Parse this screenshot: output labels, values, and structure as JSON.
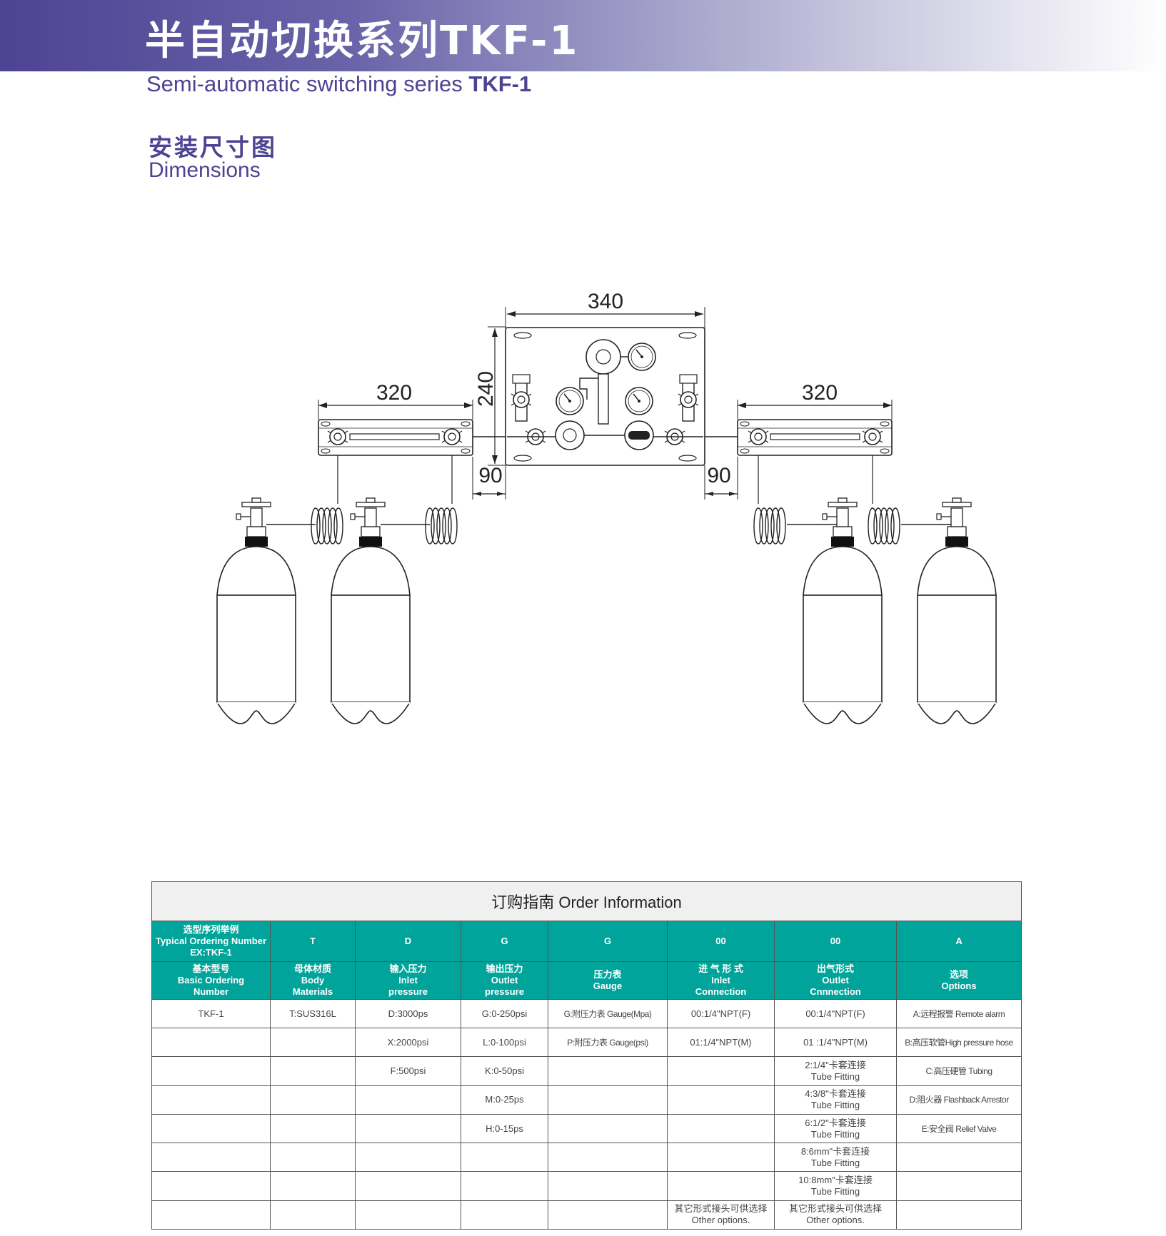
{
  "header": {
    "title_cn": "半自动切换系列TKF-1",
    "title_en_prefix": "Semi-automatic switching series ",
    "title_en_model": "TKF-1"
  },
  "section": {
    "title_cn": "安装尺寸图",
    "title_en": "Dimensions"
  },
  "diagram": {
    "dim_top_width": "340",
    "dim_panel_height": "240",
    "dim_left_width": "320",
    "dim_right_width": "320",
    "dim_left_gap": "90",
    "dim_right_gap": "90"
  },
  "order": {
    "title": "订购指南 Order Information",
    "row1": {
      "label_cn": "选型序列举例",
      "label_en": "Typical Ordering Number",
      "label_ex": "EX:TKF-1",
      "codes": [
        "T",
        "D",
        "G",
        "G",
        "00",
        "00",
        "A"
      ]
    },
    "row2": [
      {
        "cn": "基本型号",
        "en1": "Basic Ordering",
        "en2": "Number"
      },
      {
        "cn": "母体材质",
        "en1": "Body",
        "en2": "Materials"
      },
      {
        "cn": "输入压力",
        "en1": "Inlet",
        "en2": "pressure"
      },
      {
        "cn": "输出压力",
        "en1": "Outlet",
        "en2": "pressure"
      },
      {
        "cn": "压力表",
        "en1": "Gauge",
        "en2": ""
      },
      {
        "cn": "进 气 形 式",
        "en1": "Inlet",
        "en2": "Connection"
      },
      {
        "cn": "出气形式",
        "en1": "Outlet",
        "en2": "Cnnnection"
      },
      {
        "cn": "选项",
        "en1": "Options",
        "en2": ""
      }
    ],
    "rows": [
      [
        "TKF-1",
        "T:SUS316L",
        "D:3000ps",
        "G:0-250psi",
        "G:附压力表  Gauge(Mpa)",
        "00:1/4\"NPT(F)",
        "00:1/4\"NPT(F)",
        "A:远程报警  Remote alarm"
      ],
      [
        "",
        "",
        "X:2000psi",
        "L:0-100psi",
        "P:附压力表  Gauge(psi)",
        "01:1/4\"NPT(M)",
        "01 :1/4\"NPT(M)",
        "B:高压软管High pressure hose"
      ],
      [
        "",
        "",
        "F:500psi",
        "K:0-50psi",
        "",
        "",
        "2:1/4\"卡套连接\nTube Fitting",
        "C:高压硬管  Tubing"
      ],
      [
        "",
        "",
        "",
        "M:0-25ps",
        "",
        "",
        "4:3/8\"卡套连接\nTube Fitting",
        "D:阻火器  Flashback Arrestor"
      ],
      [
        "",
        "",
        "",
        "H:0-15ps",
        "",
        "",
        "6:1/2\"卡套连接\nTube Fitting",
        "E:安全阀  Relief Valve"
      ],
      [
        "",
        "",
        "",
        "",
        "",
        "",
        "8:6mm\"卡套连接\nTube Fitting",
        ""
      ],
      [
        "",
        "",
        "",
        "",
        "",
        "",
        "10:8mm\"卡套连接\nTube Fitting",
        ""
      ],
      [
        "",
        "",
        "",
        "",
        "",
        "其它形式接头可供选择\nOther options.",
        "其它形式接头可供选择\nOther options.",
        ""
      ]
    ]
  }
}
